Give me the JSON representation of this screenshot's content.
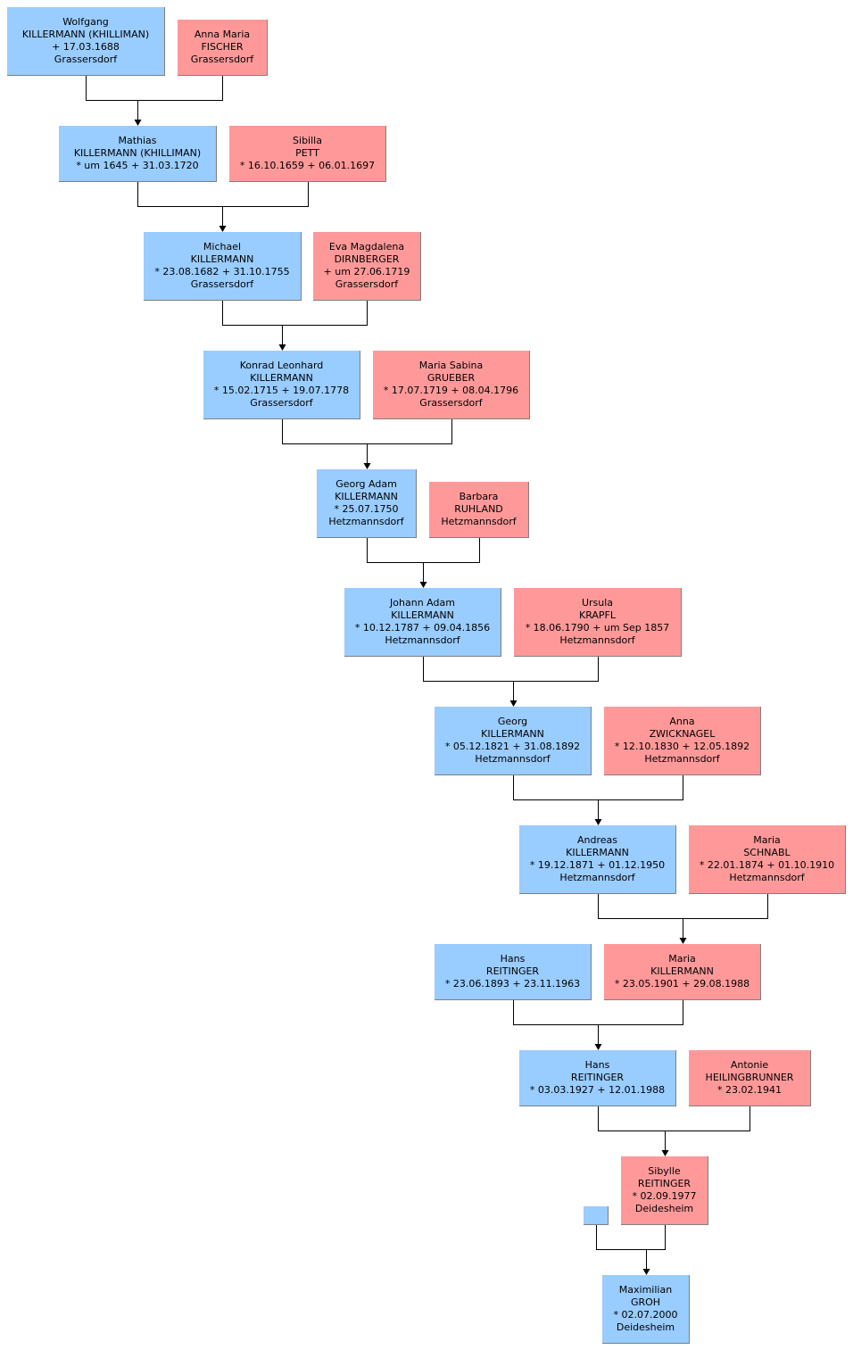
{
  "colors": {
    "male": "#99ccff",
    "female": "#ff9999",
    "line": "#000000"
  },
  "generations": [
    {
      "father": {
        "lines": [
          "Wolfgang",
          "KILLERMANN (KHILLIMAN)",
          "+ 17.03.1688",
          "Grassersdorf"
        ]
      },
      "mother": {
        "lines": [
          "Anna Maria",
          "FISCHER",
          "Grassersdorf"
        ]
      }
    },
    {
      "father": {
        "lines": [
          "Mathias",
          "KILLERMANN (KHILLIMAN)",
          "* um 1645  + 31.03.1720"
        ]
      },
      "mother": {
        "lines": [
          "Sibilla",
          "PETT",
          "* 16.10.1659  + 06.01.1697"
        ]
      }
    },
    {
      "father": {
        "lines": [
          "Michael",
          "KILLERMANN",
          "* 23.08.1682  + 31.10.1755",
          "Grassersdorf"
        ]
      },
      "mother": {
        "lines": [
          "Eva Magdalena",
          "DIRNBERGER",
          "+ um 27.06.1719",
          "Grassersdorf"
        ]
      }
    },
    {
      "father": {
        "lines": [
          "Konrad Leonhard",
          "KILLERMANN",
          "* 15.02.1715  + 19.07.1778",
          "Grassersdorf"
        ]
      },
      "mother": {
        "lines": [
          "Maria Sabina",
          "GRUEBER",
          "* 17.07.1719  + 08.04.1796",
          "Grassersdorf"
        ]
      }
    },
    {
      "father": {
        "lines": [
          "Georg Adam",
          "KILLERMANN",
          "* 25.07.1750",
          "Hetzmannsdorf"
        ]
      },
      "mother": {
        "lines": [
          "Barbara",
          "RUHLAND",
          "Hetzmannsdorf"
        ]
      }
    },
    {
      "father": {
        "lines": [
          "Johann Adam",
          "KILLERMANN",
          "* 10.12.1787  + 09.04.1856",
          "Hetzmannsdorf"
        ]
      },
      "mother": {
        "lines": [
          "Ursula",
          "KRAPFL",
          "* 18.06.1790  + um Sep 1857",
          "Hetzmannsdorf"
        ]
      }
    },
    {
      "father": {
        "lines": [
          "Georg",
          "KILLERMANN",
          "* 05.12.1821  + 31.08.1892",
          "Hetzmannsdorf"
        ]
      },
      "mother": {
        "lines": [
          "Anna",
          "ZWICKNAGEL",
          "* 12.10.1830  + 12.05.1892",
          "Hetzmannsdorf"
        ]
      }
    },
    {
      "father": {
        "lines": [
          "Andreas",
          "KILLERMANN",
          "* 19.12.1871  + 01.12.1950",
          "Hetzmannsdorf"
        ]
      },
      "mother": {
        "lines": [
          "Maria",
          "SCHNABL",
          "* 22.01.1874  + 01.10.1910",
          "Hetzmannsdorf"
        ]
      }
    },
    {
      "father": {
        "lines": [
          "Hans",
          "REITINGER",
          "* 23.06.1893  + 23.11.1963"
        ]
      },
      "mother": {
        "lines": [
          "Maria",
          "KILLERMANN",
          "* 23.05.1901  + 29.08.1988"
        ]
      }
    },
    {
      "father": {
        "lines": [
          "Hans",
          "REITINGER",
          "* 03.03.1927  + 12.01.1988"
        ]
      },
      "mother": {
        "lines": [
          "Antonie",
          "HEILINGBRUNNER",
          "* 23.02.1941"
        ]
      }
    },
    {
      "father": {
        "lines": []
      },
      "mother": {
        "lines": [
          "Sibylle",
          "REITINGER",
          "* 02.09.1977",
          "Deidesheim"
        ]
      }
    }
  ],
  "child": {
    "lines": [
      "Maximilian",
      "GROH",
      "* 02.07.2000",
      "Deidesheim"
    ]
  }
}
